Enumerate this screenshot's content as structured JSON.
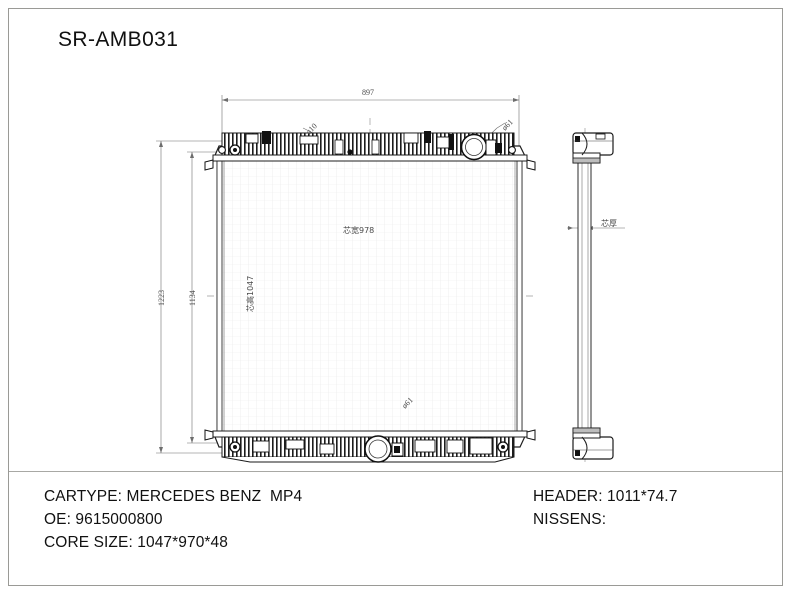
{
  "page": {
    "title": "SR-AMB031",
    "border_color": "#9a9a96",
    "line_color": "#333333",
    "dim_color": "#4a4a4a"
  },
  "drawing": {
    "views": {
      "front": "radiator-front-view",
      "side": "radiator-side-profile-view"
    },
    "dimensions": {
      "overall_width": "897",
      "overall_height": "1223",
      "tank_to_tank_height": "1134",
      "core_width_label": "芯宽978",
      "core_height_label": "芯高1047",
      "core_thickness_label": "芯厚",
      "inlet_diameter_top": "ø10",
      "filler_diameter_top": "ø61",
      "outlet_diameter_bottom": "ø61"
    }
  },
  "specs": {
    "cartype": "CARTYPE: MERCEDES BENZ  MP4",
    "oe": "OE: 9615000800",
    "core_size": "CORE SIZE: 1047*970*48",
    "header": "HEADER: 1011*74.7",
    "nissens": "NISSENS:"
  }
}
